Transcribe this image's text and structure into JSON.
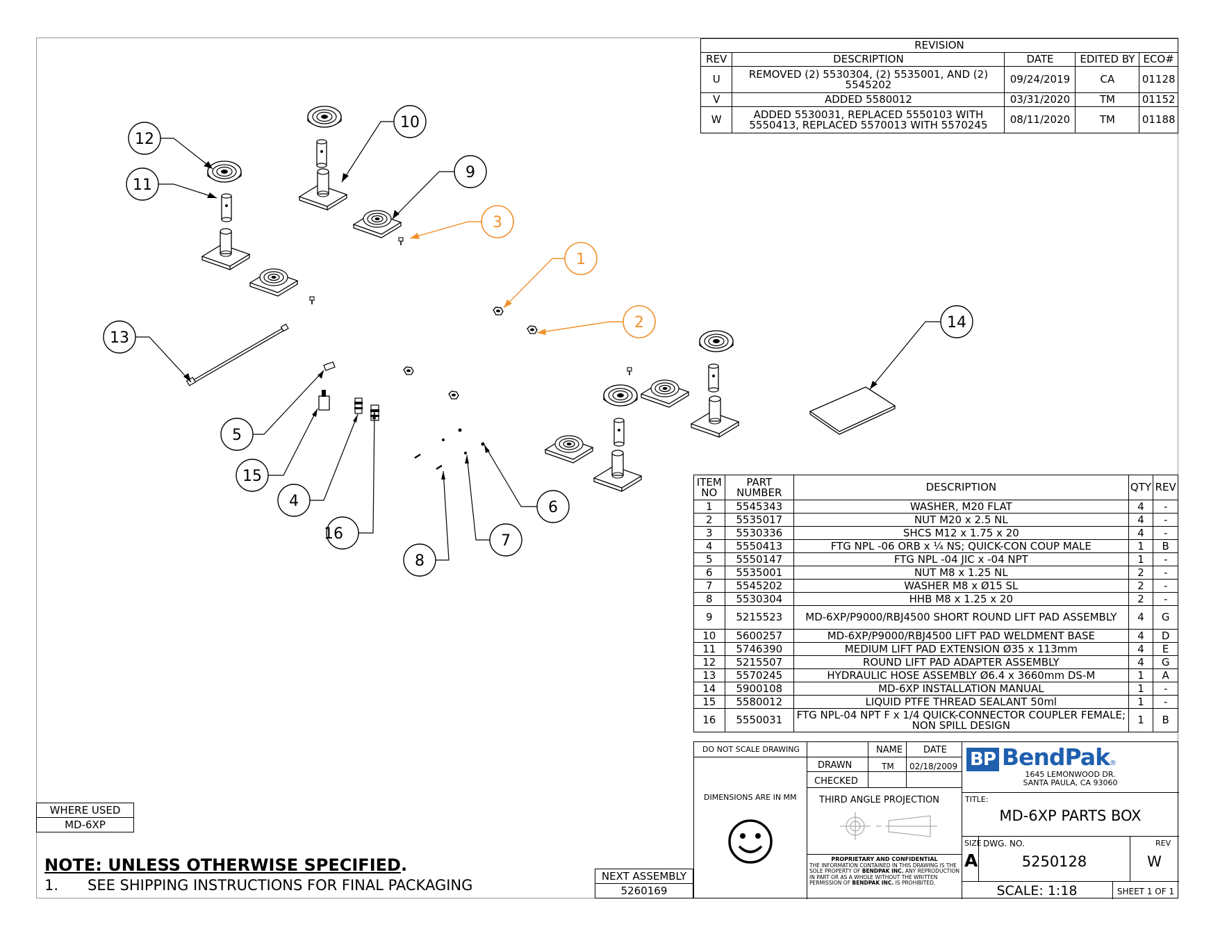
{
  "revision": {
    "title": "REVISION",
    "headers": [
      "REV",
      "DESCRIPTION",
      "DATE",
      "EDITED BY",
      "ECO#"
    ],
    "rows": [
      [
        "U",
        "REMOVED (2) 5530304, (2) 5535001, AND (2) 5545202",
        "09/24/2019",
        "CA",
        "01128"
      ],
      [
        "V",
        "ADDED 5580012",
        "03/31/2020",
        "TM",
        "01152"
      ],
      [
        "W",
        "ADDED 5530031, REPLACED 5550103 WITH 5550413, REPLACED 5570013 WITH 5570245",
        "08/11/2020",
        "TM",
        "01188"
      ]
    ]
  },
  "bom": {
    "headers": [
      "ITEM NO",
      "PART NUMBER",
      "DESCRIPTION",
      "QTY",
      "REV"
    ],
    "rows": [
      [
        "1",
        "5545343",
        "WASHER, M20 FLAT",
        "4",
        "-"
      ],
      [
        "2",
        "5535017",
        "NUT M20 x 2.5 NL",
        "4",
        "-"
      ],
      [
        "3",
        "5530336",
        "SHCS M12 x 1.75 x 20",
        "4",
        "-"
      ],
      [
        "4",
        "5550413",
        "FTG NPL -06 ORB x ¼ NS; QUICK-CON COUP MALE",
        "1",
        "B"
      ],
      [
        "5",
        "5550147",
        "FTG NPL -04 JIC x -04 NPT",
        "1",
        "-"
      ],
      [
        "6",
        "5535001",
        "NUT M8 x 1.25 NL",
        "2",
        "-"
      ],
      [
        "7",
        "5545202",
        "WASHER M8 x Ø15 SL",
        "2",
        "-"
      ],
      [
        "8",
        "5530304",
        "HHB M8 x 1.25 x 20",
        "2",
        "-"
      ],
      [
        "9",
        "5215523",
        "MD-6XP/P9000/RBJ4500 SHORT ROUND LIFT PAD ASSEMBLY",
        "4",
        "G"
      ],
      [
        "10",
        "5600257",
        "MD-6XP/P9000/RBJ4500 LIFT PAD WELDMENT BASE",
        "4",
        "D"
      ],
      [
        "11",
        "5746390",
        "MEDIUM LIFT PAD EXTENSION Ø35 x 113mm",
        "4",
        "E"
      ],
      [
        "12",
        "5215507",
        "ROUND LIFT PAD ADAPTER ASSEMBLY",
        "4",
        "G"
      ],
      [
        "13",
        "5570245",
        "HYDRAULIC HOSE ASSEMBLY Ø6.4 x 3660mm DS-M",
        "1",
        "A"
      ],
      [
        "14",
        "5900108",
        "MD-6XP INSTALLATION MANUAL",
        "1",
        "-"
      ],
      [
        "15",
        "5580012",
        "LIQUID PTFE THREAD SEALANT 50ml",
        "1",
        "-"
      ],
      [
        "16",
        "5550031",
        "FTG NPL-04 NPT F x 1/4 QUICK-CONNECTOR COUPLER FEMALE; NON SPILL DESIGN",
        "1",
        "B"
      ]
    ]
  },
  "title_block": {
    "do_not_scale": "DO NOT SCALE DRAWING",
    "name_label": "NAME",
    "date_label": "DATE",
    "drawn_label": "DRAWN",
    "drawn_name": "TM",
    "drawn_date": "02/18/2009",
    "checked_label": "CHECKED",
    "dimensions_note": "DIMENSIONS ARE IN MM",
    "projection_label": "THIRD ANGLE PROJECTION",
    "proprietary_title": "PROPRIETARY AND CONFIDENTIAL",
    "proprietary_text_a": "THE INFORMATION CONTAINED IN THIS DRAWING IS THE SOLE PROPERTY OF ",
    "proprietary_company": "BENDPAK INC.",
    "proprietary_text_b": " ANY REPRODUCTION IN PART OR AS A WHOLE WITHOUT THE WRITTEN PERMISSION OF ",
    "proprietary_company_2": "BENDPAK INC.",
    "proprietary_text_c": " IS PROHIBITED.",
    "logo_mark": "BP",
    "logo_text": "BendPak",
    "logo_reg": "®",
    "address_line1": "1645 LEMONWOOD DR.",
    "address_line2": "SANTA PAULA, CA 93060",
    "title_label": "TITLE:",
    "title": "MD-6XP PARTS BOX",
    "size_label": "SIZE",
    "size": "A",
    "dwg_no_label": "DWG. NO.",
    "dwg_no": "5250128",
    "rev_label": "REV",
    "rev": "W",
    "scale": "SCALE: 1:18",
    "sheet": "SHEET 1 OF 1"
  },
  "where_used": {
    "label": "WHERE USED",
    "value": "MD-6XP"
  },
  "next_assembly": {
    "label": "NEXT ASSEMBLY",
    "value": "5260169"
  },
  "notes": {
    "title": "NOTE: UNLESS OTHERWISE SPECIFIED",
    "title_suffix": ".",
    "items": [
      {
        "num": "1.",
        "text": "SEE SHIPPING INSTRUCTIONS FOR FINAL PACKAGING"
      }
    ]
  },
  "balloons": [
    "1",
    "2",
    "3",
    "4",
    "5",
    "6",
    "7",
    "8",
    "9",
    "10",
    "11",
    "12",
    "13",
    "14",
    "15",
    "16"
  ],
  "colors": {
    "highlight": "#f0912e",
    "line": "#000000",
    "logo_blue": "#1f5fae"
  }
}
